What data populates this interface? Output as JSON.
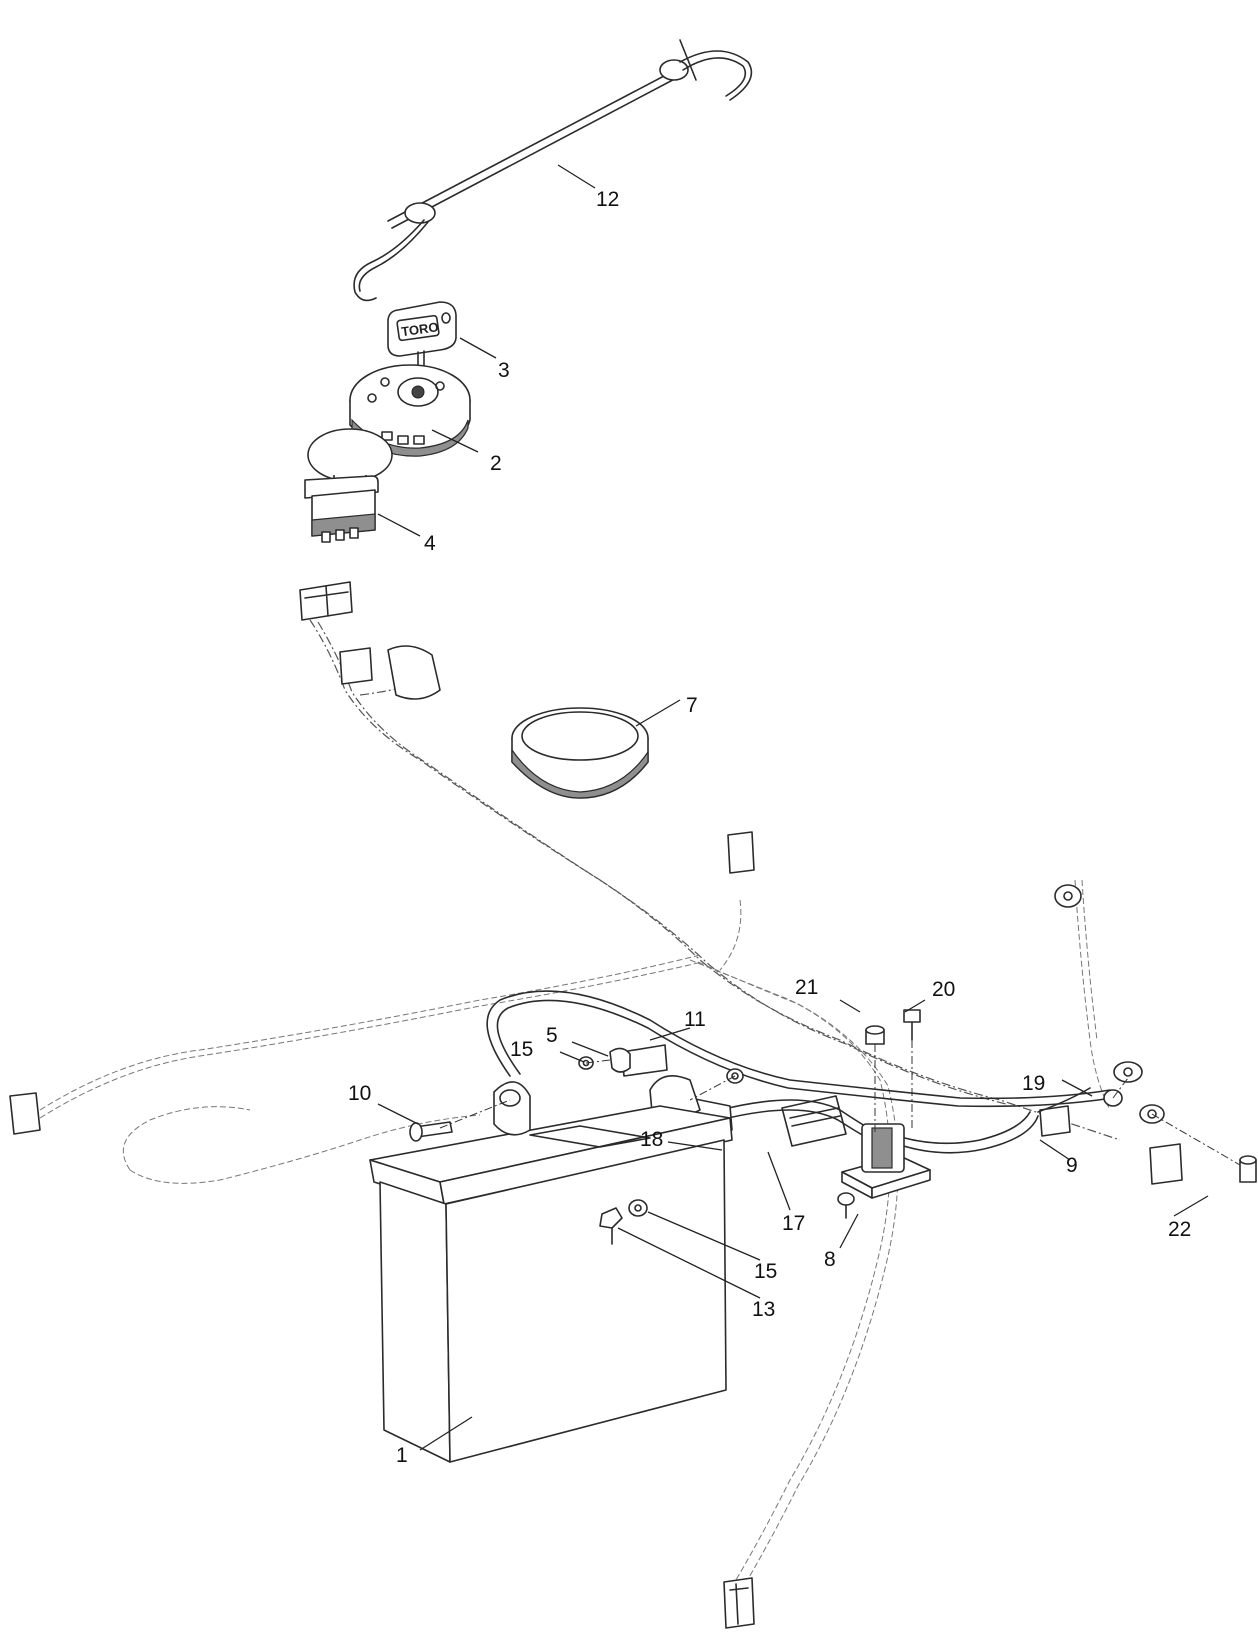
{
  "callouts": {
    "c1": "1",
    "c2": "2",
    "c3": "3",
    "c4": "4",
    "c5": "5",
    "c7": "7",
    "c8": "8",
    "c9": "9",
    "c10": "10",
    "c11": "11",
    "c12": "12",
    "c13": "13",
    "c15a": "15",
    "c15b": "15",
    "c17": "17",
    "c18": "18",
    "c19": "19",
    "c20": "20",
    "c21": "21",
    "c22": "22"
  },
  "key_brand": "TORO"
}
